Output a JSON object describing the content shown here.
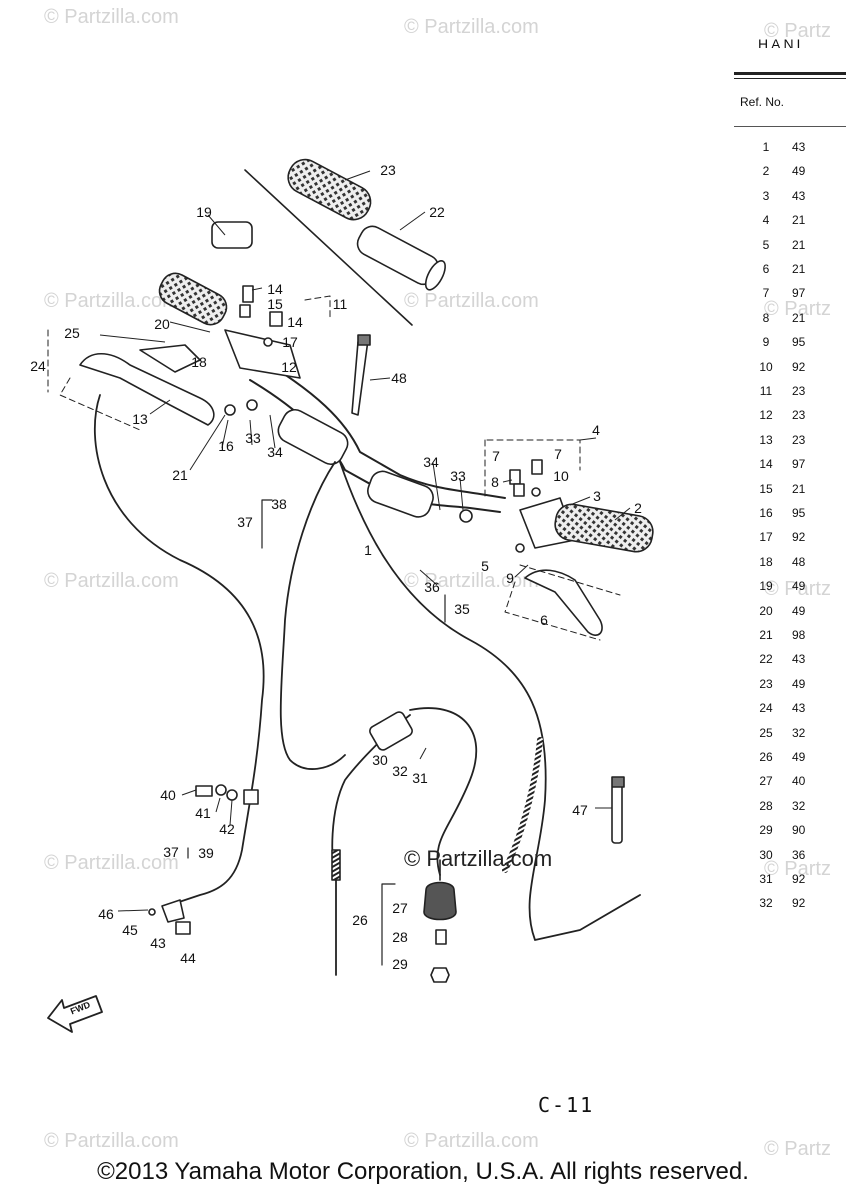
{
  "header": {
    "table_title_fragment": "HANI",
    "ref_no_label": "Ref. No."
  },
  "parts_table": [
    {
      "ref": "1",
      "part": "43"
    },
    {
      "ref": "2",
      "part": "49"
    },
    {
      "ref": "3",
      "part": "43"
    },
    {
      "ref": "4",
      "part": "21"
    },
    {
      "ref": "5",
      "part": "21"
    },
    {
      "ref": "6",
      "part": "21"
    },
    {
      "ref": "7",
      "part": "97"
    },
    {
      "ref": "8",
      "part": "21"
    },
    {
      "ref": "9",
      "part": "95"
    },
    {
      "ref": "10",
      "part": "92"
    },
    {
      "ref": "11",
      "part": "23"
    },
    {
      "ref": "12",
      "part": "23"
    },
    {
      "ref": "13",
      "part": "23"
    },
    {
      "ref": "14",
      "part": "97"
    },
    {
      "ref": "15",
      "part": "21"
    },
    {
      "ref": "16",
      "part": "95"
    },
    {
      "ref": "17",
      "part": "92"
    },
    {
      "ref": "18",
      "part": "48"
    },
    {
      "ref": "19",
      "part": "49"
    },
    {
      "ref": "20",
      "part": "49"
    },
    {
      "ref": "21",
      "part": "98"
    },
    {
      "ref": "22",
      "part": "43"
    },
    {
      "ref": "23",
      "part": "49"
    },
    {
      "ref": "24",
      "part": "43"
    },
    {
      "ref": "25",
      "part": "32"
    },
    {
      "ref": "26",
      "part": "49"
    },
    {
      "ref": "27",
      "part": "40"
    },
    {
      "ref": "28",
      "part": "32"
    },
    {
      "ref": "29",
      "part": "90"
    },
    {
      "ref": "30",
      "part": "36"
    },
    {
      "ref": "31",
      "part": "92"
    },
    {
      "ref": "32",
      "part": "92"
    }
  ],
  "callouts": [
    {
      "label": "23"
    },
    {
      "label": "22"
    },
    {
      "label": "19"
    },
    {
      "label": "14"
    },
    {
      "label": "15"
    },
    {
      "label": "11"
    },
    {
      "label": "14"
    },
    {
      "label": "20"
    },
    {
      "label": "17"
    },
    {
      "label": "25"
    },
    {
      "label": "18"
    },
    {
      "label": "12"
    },
    {
      "label": "24"
    },
    {
      "label": "48"
    },
    {
      "label": "13"
    },
    {
      "label": "16"
    },
    {
      "label": "33"
    },
    {
      "label": "34"
    },
    {
      "label": "21"
    },
    {
      "label": "4"
    },
    {
      "label": "7"
    },
    {
      "label": "7"
    },
    {
      "label": "10"
    },
    {
      "label": "34"
    },
    {
      "label": "33"
    },
    {
      "label": "8"
    },
    {
      "label": "3"
    },
    {
      "label": "2"
    },
    {
      "label": "38"
    },
    {
      "label": "37"
    },
    {
      "label": "1"
    },
    {
      "label": "5"
    },
    {
      "label": "9"
    },
    {
      "label": "36"
    },
    {
      "label": "35"
    },
    {
      "label": "6"
    },
    {
      "label": "30"
    },
    {
      "label": "32"
    },
    {
      "label": "31"
    },
    {
      "label": "40"
    },
    {
      "label": "41"
    },
    {
      "label": "42"
    },
    {
      "label": "47"
    },
    {
      "label": "37"
    },
    {
      "label": "39"
    },
    {
      "label": "27"
    },
    {
      "label": "26"
    },
    {
      "label": "28"
    },
    {
      "label": "29"
    },
    {
      "label": "46"
    },
    {
      "label": "45"
    },
    {
      "label": "43"
    },
    {
      "label": "44"
    }
  ],
  "fwd_label": "FWD",
  "page_code": "C-11",
  "center_watermark": "© Partzilla.com",
  "watermark_text": "© Partzilla.com",
  "watermark_partial": "© Partz",
  "copyright": "©2013 Yamaha Motor Corporation, U.S.A. All rights reserved."
}
